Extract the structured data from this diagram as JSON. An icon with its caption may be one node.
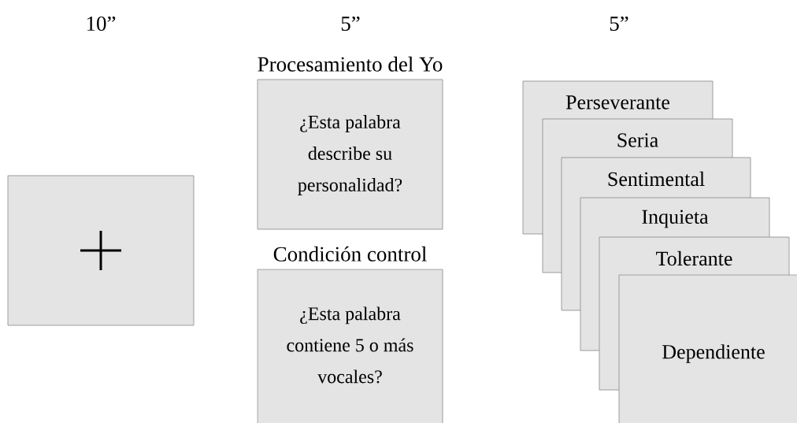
{
  "diagram": {
    "nodes": [
      {
        "text": [],
        "shape": "box"
      },
      {
        "text": [
          "Procesamiento del Yo",
          "¿Esta palabra describe su personalidad?"
        ]
      },
      {
        "text": [
          "Condición control",
          "¿Esta palabra contiene 5 o más vocales?"
        ]
      },
      {
        "text": [
          "Perseverante"
        ]
      },
      {
        "text": [
          "Seria"
        ]
      },
      {
        "text": [
          "Sentimental"
        ]
      },
      {
        "text": [
          "Inquieta"
        ]
      },
      {
        "text": [
          "Tolerante"
        ]
      },
      {
        "text": [
          "Dependiente"
        ]
      }
    ],
    "labels": [
      "10”",
      "5”",
      "5”"
    ]
  }
}
